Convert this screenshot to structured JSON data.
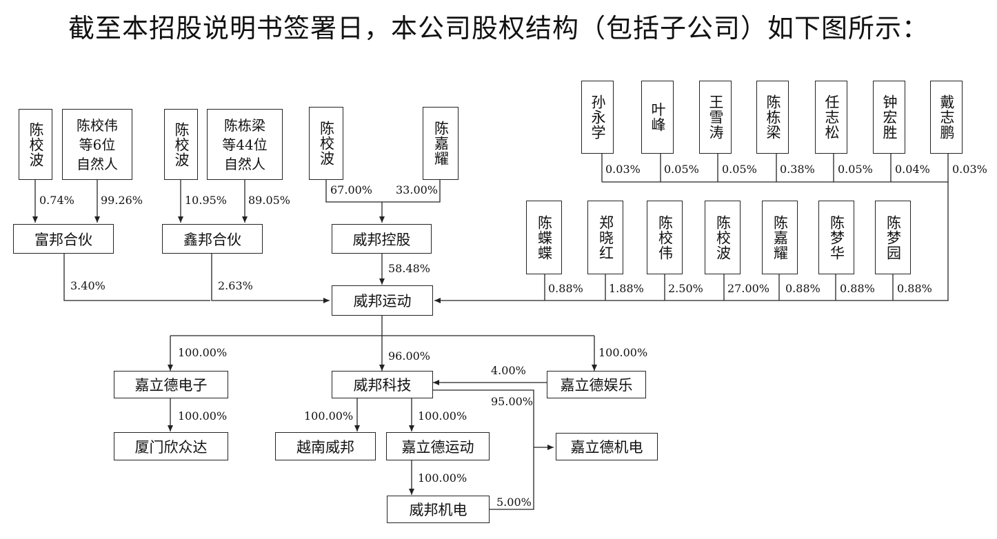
{
  "title": "截至本招股说明书签署日，本公司股权结构（包括子公司）如下图所示：",
  "entities": {
    "fubang_holders": {
      "chen_xiaobo": "陈校波",
      "chen_xiaowei_group": "陈校伟\n等6位\n自然人"
    },
    "xinbang_holders": {
      "chen_xiaobo": "陈校波",
      "chen_dongliang_group": "陈栋梁\n等44位\n自然人"
    },
    "weibang_holding_holders": {
      "chen_xiaobo": "陈校波",
      "chen_jiayao": "陈嘉耀"
    },
    "top_individuals": [
      "孙永学",
      "叶峰",
      "王雪涛",
      "陈栋梁",
      "任志松",
      "钟宏胜",
      "戴志鹏"
    ],
    "mid_individuals": [
      "陈蝶蝶",
      "郑晓红",
      "陈校伟",
      "陈校波",
      "陈嘉耀",
      "陈梦华",
      "陈梦园"
    ],
    "fubang": "富邦合伙",
    "xinbang": "鑫邦合伙",
    "weibang_holding": "威邦控股",
    "weibang_sports": "威邦运动",
    "jiade_electronics": "嘉立德电子",
    "weibang_tech": "威邦科技",
    "jiade_entertainment": "嘉立德娱乐",
    "xiamen_xinzhongda": "厦门欣众达",
    "vietnam_weibang": "越南威邦",
    "jiade_sports": "嘉立德运动",
    "jiade_mechanical": "嘉立德机电",
    "weibang_mechanical": "威邦机电"
  },
  "percentages": {
    "fubang_chen_xiaobo": "0.74%",
    "fubang_group": "99.26%",
    "xinbang_chen_xiaobo": "10.95%",
    "xinbang_group": "89.05%",
    "holding_chen_xiaobo": "67.00%",
    "holding_chen_jiayao": "33.00%",
    "fubang_to_sports": "3.40%",
    "xinbang_to_sports": "2.63%",
    "holding_to_sports": "58.48%",
    "top_individuals": [
      "0.03%",
      "0.05%",
      "0.05%",
      "0.38%",
      "0.05%",
      "0.04%",
      "0.03%"
    ],
    "mid_individuals": [
      "0.88%",
      "1.88%",
      "2.50%",
      "27.00%",
      "0.88%",
      "0.88%",
      "0.88%"
    ],
    "sports_to_jiade_electronics": "100.00%",
    "sports_to_weibang_tech": "96.00%",
    "sports_to_jiade_entertainment": "100.00%",
    "entertainment_to_tech": "4.00%",
    "tech_to_jiade_mechanical": "95.00%",
    "electronics_to_xiamen": "100.00%",
    "tech_to_vietnam": "100.00%",
    "tech_to_jiade_sports": "100.00%",
    "jiade_sports_to_weibang_mech": "100.00%",
    "weibang_mech_to_jiade_mech": "5.00%"
  }
}
